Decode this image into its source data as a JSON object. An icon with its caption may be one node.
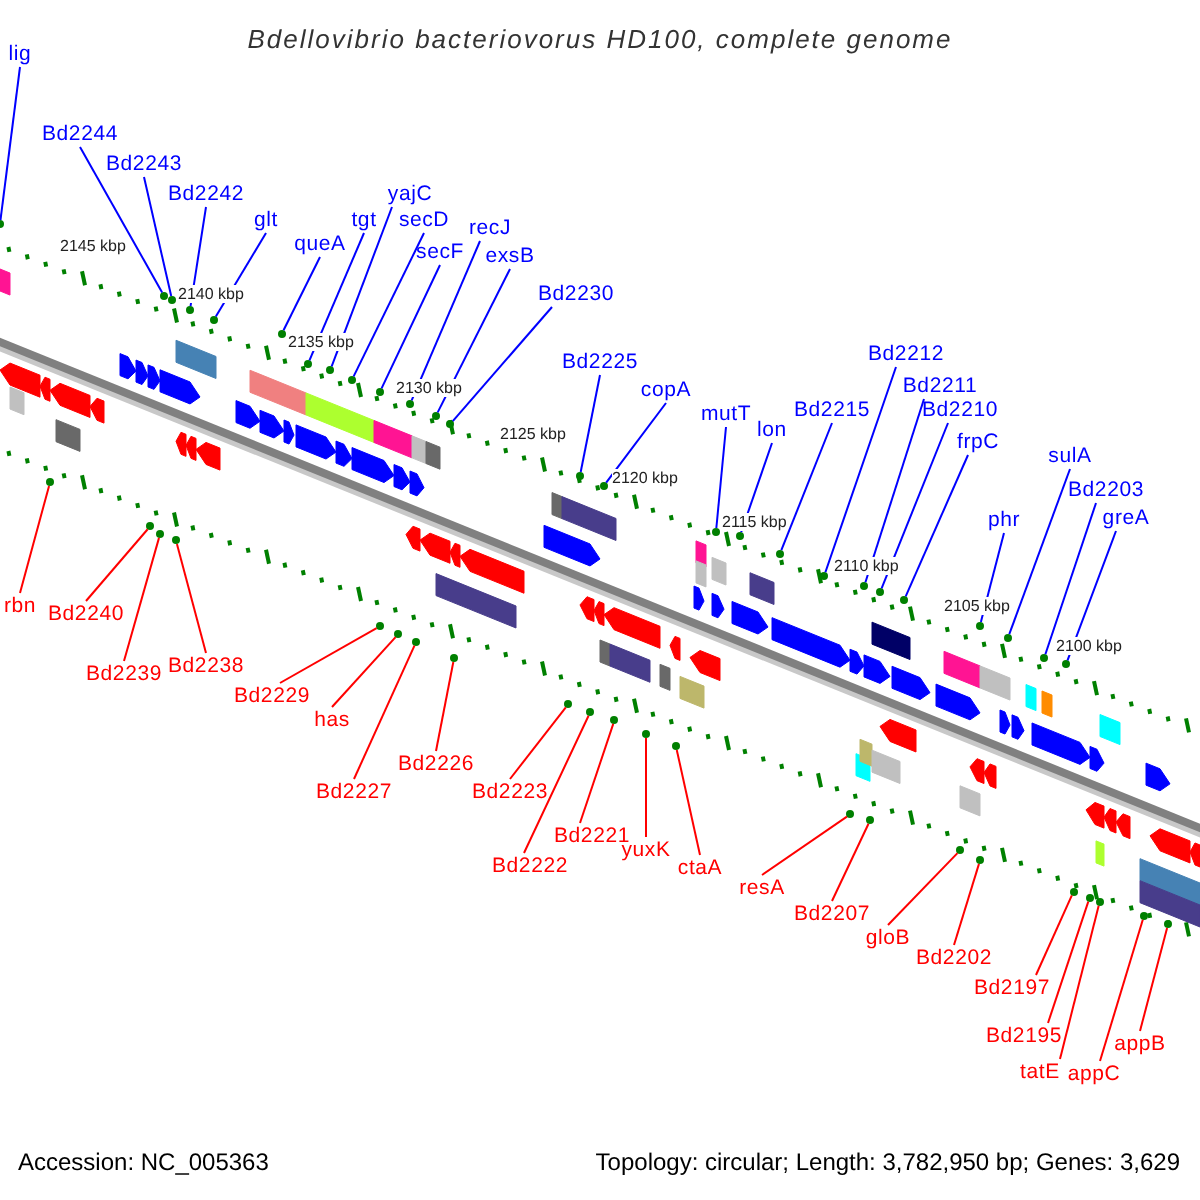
{
  "diagram": {
    "title": "Bdellovibrio bacteriovorus HD100, complete genome",
    "nodes": [
      {
        "text": [
          "lig"
        ]
      },
      {
        "text": [
          "Bd2244"
        ]
      },
      {
        "text": [
          "Bd2243"
        ]
      },
      {
        "text": [
          "Bd2242"
        ]
      },
      {
        "text": [
          "glt"
        ]
      },
      {
        "text": [
          "queA"
        ]
      },
      {
        "text": [
          "tgt"
        ]
      },
      {
        "text": [
          "yajC"
        ]
      },
      {
        "text": [
          "secD"
        ]
      },
      {
        "text": [
          "secF"
        ]
      },
      {
        "text": [
          "recJ"
        ]
      },
      {
        "text": [
          "exsB"
        ]
      },
      {
        "text": [
          "Bd2230"
        ]
      },
      {
        "text": [
          "Bd2225"
        ]
      },
      {
        "text": [
          "copA"
        ]
      },
      {
        "text": [
          "mutT"
        ]
      },
      {
        "text": [
          "lon"
        ]
      },
      {
        "text": [
          "Bd2215"
        ]
      },
      {
        "text": [
          "Bd2212"
        ]
      },
      {
        "text": [
          "Bd2211"
        ]
      },
      {
        "text": [
          "Bd2210"
        ]
      },
      {
        "text": [
          "frpC"
        ]
      },
      {
        "text": [
          "phr"
        ]
      },
      {
        "text": [
          "sulA"
        ]
      },
      {
        "text": [
          "Bd2203"
        ]
      },
      {
        "text": [
          "greA"
        ]
      },
      {
        "text": [
          "rbn"
        ]
      },
      {
        "text": [
          "Bd2240"
        ]
      },
      {
        "text": [
          "Bd2239"
        ]
      },
      {
        "text": [
          "Bd2238"
        ]
      },
      {
        "text": [
          "Bd2229"
        ]
      },
      {
        "text": [
          "has"
        ]
      },
      {
        "text": [
          "Bd2227"
        ]
      },
      {
        "text": [
          "Bd2226"
        ]
      },
      {
        "text": [
          "Bd2223"
        ]
      },
      {
        "text": [
          "Bd2222"
        ]
      },
      {
        "text": [
          "Bd2221"
        ]
      },
      {
        "text": [
          "yuxK"
        ]
      },
      {
        "text": [
          "ctaA"
        ]
      },
      {
        "text": [
          "resA"
        ]
      },
      {
        "text": [
          "Bd2207"
        ]
      },
      {
        "text": [
          "gloB"
        ]
      },
      {
        "text": [
          "Bd2202"
        ]
      },
      {
        "text": [
          "Bd2197"
        ]
      },
      {
        "text": [
          "Bd2195"
        ]
      },
      {
        "text": [
          "tatE"
        ]
      },
      {
        "text": [
          "appC"
        ]
      },
      {
        "text": [
          "appB"
        ]
      },
      {
        "text": [],
        "shape": "circle"
      },
      {
        "text": [],
        "shape": "circle"
      },
      {
        "text": [],
        "shape": "circle"
      },
      {
        "text": [],
        "shape": "circle"
      },
      {
        "text": [],
        "shape": "circle"
      },
      {
        "text": [],
        "shape": "circle"
      },
      {
        "text": [],
        "shape": "circle"
      },
      {
        "text": [],
        "shape": "circle"
      },
      {
        "text": [],
        "shape": "circle"
      },
      {
        "text": [],
        "shape": "circle"
      },
      {
        "text": [],
        "shape": "circle"
      },
      {
        "text": [],
        "shape": "circle"
      },
      {
        "text": [],
        "shape": "circle"
      },
      {
        "text": [],
        "shape": "circle"
      },
      {
        "text": [],
        "shape": "circle"
      },
      {
        "text": [],
        "shape": "circle"
      },
      {
        "text": [],
        "shape": "circle"
      },
      {
        "text": [],
        "shape": "circle"
      },
      {
        "text": [],
        "shape": "circle"
      },
      {
        "text": [],
        "shape": "circle"
      },
      {
        "text": [],
        "shape": "circle"
      },
      {
        "text": [],
        "shape": "circle"
      },
      {
        "text": [],
        "shape": "circle"
      },
      {
        "text": [],
        "shape": "circle"
      },
      {
        "text": [],
        "shape": "circle"
      },
      {
        "text": [],
        "shape": "circle"
      },
      {
        "text": [],
        "shape": "circle"
      },
      {
        "text": [],
        "shape": "circle"
      },
      {
        "text": [],
        "shape": "circle"
      },
      {
        "text": [],
        "shape": "circle"
      },
      {
        "text": [],
        "shape": "circle"
      },
      {
        "text": [],
        "shape": "circle"
      },
      {
        "text": [],
        "shape": "circle"
      },
      {
        "text": [],
        "shape": "circle"
      },
      {
        "text": [],
        "shape": "circle"
      },
      {
        "text": [],
        "shape": "circle"
      },
      {
        "text": [],
        "shape": "circle"
      },
      {
        "text": [],
        "shape": "circle"
      },
      {
        "text": [],
        "shape": "circle"
      },
      {
        "text": [],
        "shape": "circle"
      },
      {
        "text": [],
        "shape": "circle"
      },
      {
        "text": [],
        "shape": "circle"
      },
      {
        "text": [],
        "shape": "circle"
      },
      {
        "text": [],
        "shape": "circle"
      },
      {
        "text": [],
        "shape": "circle"
      },
      {
        "text": [],
        "shape": "circle"
      },
      {
        "text": [],
        "shape": "circle"
      },
      {
        "text": [],
        "shape": "circle"
      }
    ],
    "edges": [
      {
        "from": 0,
        "to": 48,
        "arrow": "none"
      },
      {
        "from": 1,
        "to": 49,
        "arrow": "none"
      },
      {
        "from": 2,
        "to": 50,
        "arrow": "none"
      },
      {
        "from": 3,
        "to": 51,
        "arrow": "none"
      },
      {
        "from": 4,
        "to": 52,
        "arrow": "none"
      },
      {
        "from": 5,
        "to": 53,
        "arrow": "none"
      },
      {
        "from": 6,
        "to": 54,
        "arrow": "none"
      },
      {
        "from": 7,
        "to": 55,
        "arrow": "none"
      },
      {
        "from": 8,
        "to": 56,
        "arrow": "none"
      },
      {
        "from": 9,
        "to": 57,
        "arrow": "none"
      },
      {
        "from": 10,
        "to": 58,
        "arrow": "none"
      },
      {
        "from": 11,
        "to": 59,
        "arrow": "none"
      },
      {
        "from": 12,
        "to": 60,
        "arrow": "none"
      },
      {
        "from": 13,
        "to": 61,
        "arrow": "none"
      },
      {
        "from": 14,
        "to": 62,
        "arrow": "none"
      },
      {
        "from": 15,
        "to": 63,
        "arrow": "none"
      },
      {
        "from": 16,
        "to": 64,
        "arrow": "none"
      },
      {
        "from": 17,
        "to": 65,
        "arrow": "none"
      },
      {
        "from": 18,
        "to": 66,
        "arrow": "none"
      },
      {
        "from": 19,
        "to": 67,
        "arrow": "none"
      },
      {
        "from": 20,
        "to": 68,
        "arrow": "none"
      },
      {
        "from": 21,
        "to": 69,
        "arrow": "none"
      },
      {
        "from": 22,
        "to": 70,
        "arrow": "none"
      },
      {
        "from": 23,
        "to": 71,
        "arrow": "none"
      },
      {
        "from": 24,
        "to": 72,
        "arrow": "none"
      },
      {
        "from": 25,
        "to": 73,
        "arrow": "none"
      },
      {
        "from": 26,
        "to": 74,
        "arrow": "none",
        "color": "#ff0000"
      },
      {
        "from": 27,
        "to": 75,
        "arrow": "none",
        "color": "#ff0000"
      },
      {
        "from": 28,
        "to": 76,
        "arrow": "none",
        "color": "#ff0000"
      },
      {
        "from": 29,
        "to": 77,
        "arrow": "none",
        "color": "#ff0000"
      },
      {
        "from": 30,
        "to": 78,
        "arrow": "none",
        "color": "#ff0000"
      },
      {
        "from": 31,
        "to": 79,
        "arrow": "none",
        "color": "#ff0000"
      },
      {
        "from": 32,
        "to": 80,
        "arrow": "none",
        "color": "#ff0000"
      },
      {
        "from": 33,
        "to": 81,
        "arrow": "none",
        "color": "#ff0000"
      },
      {
        "from": 34,
        "to": 82,
        "arrow": "none",
        "color": "#ff0000"
      },
      {
        "from": 35,
        "to": 83,
        "arrow": "none",
        "color": "#ff0000"
      },
      {
        "from": 36,
        "to": 84,
        "arrow": "none",
        "color": "#ff0000"
      },
      {
        "from": 37,
        "to": 85,
        "arrow": "none",
        "color": "#ff0000"
      },
      {
        "from": 38,
        "to": 86,
        "arrow": "none",
        "color": "#ff0000"
      },
      {
        "from": 39,
        "to": 87,
        "arrow": "none",
        "color": "#ff0000"
      },
      {
        "from": 40,
        "to": 88,
        "arrow": "none",
        "color": "#ff0000"
      },
      {
        "from": 41,
        "to": 89,
        "arrow": "none",
        "color": "#ff0000"
      },
      {
        "from": 42,
        "to": 90,
        "arrow": "none",
        "color": "#ff0000"
      },
      {
        "from": 43,
        "to": 91,
        "arrow": "none",
        "color": "#ff0000"
      },
      {
        "from": 44,
        "to": 92,
        "arrow": "none",
        "color": "#ff0000"
      },
      {
        "from": 45,
        "to": 93,
        "arrow": "none",
        "color": "#ff0000"
      },
      {
        "from": 46,
        "to": 94,
        "arrow": "none",
        "color": "#ff0000"
      },
      {
        "from": 47,
        "to": 95,
        "arrow": "none",
        "color": "#ff0000"
      }
    ],
    "labels": [
      "2145 kbp",
      "2140 kbp",
      "2135 kbp",
      "2130 kbp",
      "2125 kbp",
      "2120 kbp",
      "2115 kbp",
      "2110 kbp",
      "2105 kbp",
      "2100 kbp",
      "Accession: NC_005363",
      "Topology: circular; Length: 3,782,950 bp; Genes: 3,629"
    ]
  }
}
